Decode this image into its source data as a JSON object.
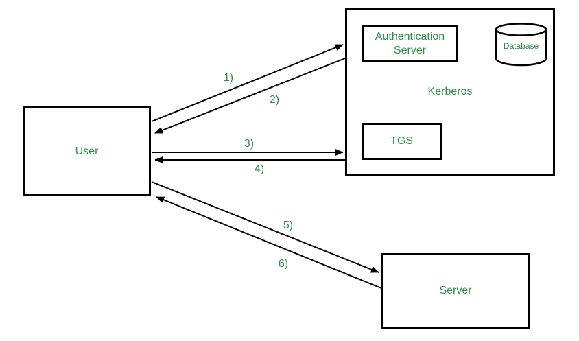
{
  "nodes": {
    "user": {
      "label": "User"
    },
    "kerberos": {
      "label": "Kerberos"
    },
    "auth_server": {
      "label": "Authentication Server"
    },
    "database": {
      "label": "Database"
    },
    "tgs": {
      "label": "TGS"
    },
    "server": {
      "label": "Server"
    }
  },
  "arrows": [
    {
      "label": "1)",
      "from": "User",
      "to": "Authentication Server"
    },
    {
      "label": "2)",
      "from": "Authentication Server",
      "to": "User"
    },
    {
      "label": "3)",
      "from": "User",
      "to": "TGS"
    },
    {
      "label": "4)",
      "from": "TGS",
      "to": "User"
    },
    {
      "label": "5)",
      "from": "User",
      "to": "Server"
    },
    {
      "label": "6)",
      "from": "Server",
      "to": "User"
    }
  ],
  "colors": {
    "label_text": "#2f8d46",
    "line": "#000000",
    "background": "#ffffff"
  }
}
